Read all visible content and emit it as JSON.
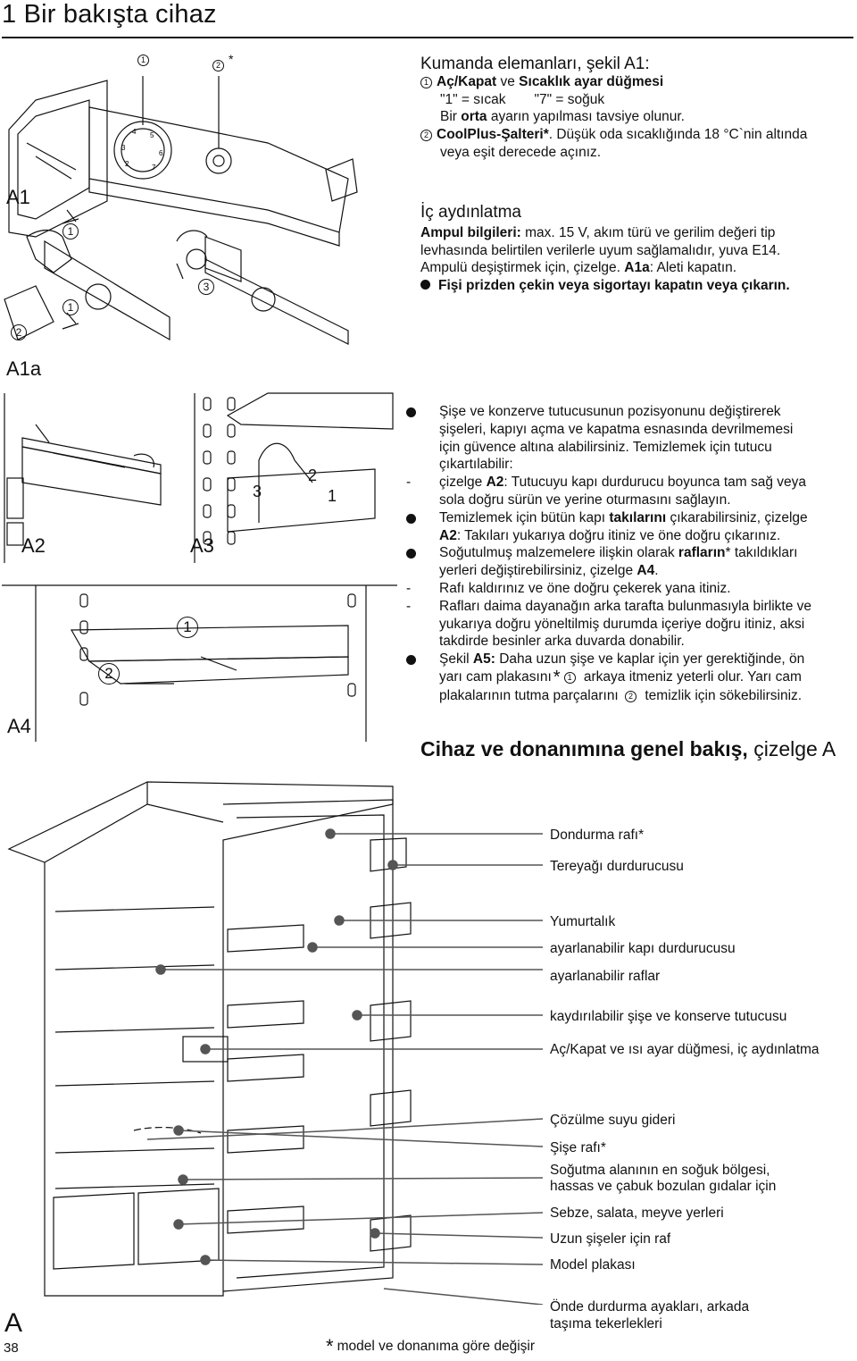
{
  "page": {
    "title": "1 Bir bakışta cihaz",
    "page_number": "38",
    "footnote": "model ve donanıma göre değişir",
    "footnote_star": "*"
  },
  "figures": {
    "a1": "A1",
    "a1a": "A1a",
    "a2": "A2",
    "a3": "A3",
    "a4": "A4",
    "a": "A",
    "n1": "1",
    "n2": "2",
    "n3": "3",
    "star": "*"
  },
  "controls": {
    "title": "Kumanda elemanları, şekil A1:",
    "item1_bold": "Aç/Kapat",
    "item1_mid": " ve ",
    "item1_bold2": "Sıcaklık ayar düğmesi",
    "item1_line2a": "\"1\" = sıcak",
    "item1_line2b": "\"7\" = soğuk",
    "item1_line3a": "Bir ",
    "item1_line3b": "orta",
    "item1_line3c": " ayarın yapılması tavsiye olunur.",
    "item2_bold": "CoolPlus-Şalteri*",
    "item2_rest": ". Düşük oda sıcaklığında 18 °C`nin altında",
    "item2_line2": "veya eşit derecede açınız."
  },
  "lighting": {
    "title": "İç aydınlatma",
    "info_bold": "Ampul bilgileri:",
    "info_rest": " max. 15 V, akım türü ve gerilim değeri tip",
    "line2": "levhasında belirtilen verilerle uyum sağlamalıdır, yuva E14.",
    "line3a": "Ampulü deşiştirmek için, çizelge. ",
    "line3b": "A1a",
    "line3c": ": Aleti kapatın.",
    "warn": "Fişi prizden çekin veya sigortayı kapatın veya çıkarın."
  },
  "instructions": {
    "b1_l1": "Şişe ve konzerve tutucusunun pozisyonunu değiştirerek",
    "b1_l2": "şişeleri, kapıyı açma ve kapatma esnasında devrilmemesi",
    "b1_l3": "için güvence altına alabilirsiniz. Temizlemek için tutucu",
    "b1_l4": "çıkartılabilir:",
    "d1_a": "çizelge ",
    "d1_b": "A2",
    "d1_c": ": Tutucuyu kapı durdurucu boyunca tam sağ veya",
    "d1_l2": "sola doğru sürün ve yerine oturmasını sağlayın.",
    "b2_a": "Temizlemek için bütün kapı ",
    "b2_b": "takılarını",
    "b2_c": " çıkarabilirsiniz, çizelge",
    "b2_l2a": "A2",
    "b2_l2b": ": Takıları yukarıya doğru itiniz ve öne doğru çıkarınız.",
    "b3_a": "Soğutulmuş malzemelere ilişkin olarak ",
    "b3_b": "rafların",
    "b3_c": "* takıldıkları",
    "b3_l2a": "yerleri değiştirebilirsiniz, çizelge ",
    "b3_l2b": "A4",
    "b3_l2c": ".",
    "d2": "Rafı kaldırınız ve öne doğru çekerek yana itiniz.",
    "d3_l1": "Rafları daima dayanağın arka tarafta bulunmasıyla birlikte ve",
    "d3_l2": "yukarıya doğru yöneltilmiş durumda içeriye doğru itiniz, aksi",
    "d3_l3": "takdirde  besinler arka duvarda donabilir.",
    "b4_a": "Şekil  ",
    "b4_b": "A5:",
    "b4_c": " Daha uzun şişe ve kaplar için yer gerektiğinde, ön",
    "b4_l2a": "yarı cam plakasını",
    "b4_l2b": " arkaya itmeniz yeterli olur. Yarı cam",
    "b4_l3a": "plakalarının tutma parçalarını",
    "b4_l3b": " temizlik için sökebilirsiniz.",
    "dash": "-"
  },
  "overview": {
    "title_bold": "Cihaz ve donanımına genel bakış,",
    "title_rest": " çizelge A",
    "callouts": [
      "Dondurma rafı*",
      "Tereyağı durdurucusu",
      "Yumurtalık",
      "ayarlanabilir kapı durdurucusu",
      "ayarlanabilir raflar",
      "kaydırılabilir şişe ve konserve tutucusu",
      "Aç/Kapat ve ısı ayar düğmesi, iç aydınlatma",
      "Çözülme suyu gideri",
      "Şişe rafı*",
      "Soğutma alanının en soğuk bölgesi,",
      "hassas ve çabuk bozulan gıdalar için",
      "Sebze, salata, meyve yerleri",
      "Uzun şişeler için raf",
      "Model plakası",
      "Önde durdurma ayakları, arkada",
      "taşıma tekerlekleri"
    ]
  }
}
